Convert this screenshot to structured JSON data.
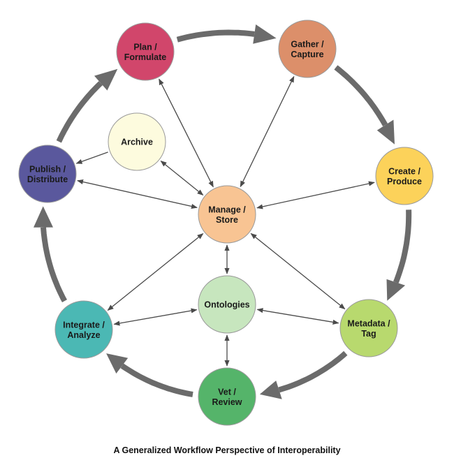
{
  "caption": "A Generalized Workflow Perspective of Interoperability",
  "nodes": [
    {
      "id": "plan",
      "lines": [
        "Plan /",
        "Formulate"
      ],
      "color": "#d1466b"
    },
    {
      "id": "gather",
      "lines": [
        "Gather /",
        "Capture"
      ],
      "color": "#dc8f6a"
    },
    {
      "id": "create",
      "lines": [
        "Create /",
        "Produce"
      ],
      "color": "#fcd25a"
    },
    {
      "id": "metadata",
      "lines": [
        "Metadata /",
        "Tag"
      ],
      "color": "#b8d96e"
    },
    {
      "id": "vet",
      "lines": [
        "Vet /",
        "Review"
      ],
      "color": "#55b46a"
    },
    {
      "id": "integrate",
      "lines": [
        "Integrate /",
        "Analyze"
      ],
      "color": "#4bb8b4"
    },
    {
      "id": "publish",
      "lines": [
        "Publish /",
        "Distribute"
      ],
      "color": "#5a589d"
    },
    {
      "id": "archive",
      "lines": [
        "Archive"
      ],
      "color": "#fdfbde"
    },
    {
      "id": "manage",
      "lines": [
        "Manage /",
        "Store"
      ],
      "color": "#f8c493"
    },
    {
      "id": "ontologies",
      "lines": [
        "Ontologies"
      ],
      "color": "#c7e6be"
    }
  ],
  "cycle_edges": [
    [
      "plan",
      "gather"
    ],
    [
      "gather",
      "create"
    ],
    [
      "create",
      "metadata"
    ],
    [
      "metadata",
      "vet"
    ],
    [
      "vet",
      "integrate"
    ],
    [
      "integrate",
      "publish"
    ],
    [
      "publish",
      "plan"
    ]
  ],
  "thin_edges": [
    {
      "from": "manage",
      "to": "plan",
      "dir": "both"
    },
    {
      "from": "manage",
      "to": "gather",
      "dir": "both"
    },
    {
      "from": "manage",
      "to": "create",
      "dir": "both"
    },
    {
      "from": "manage",
      "to": "metadata",
      "dir": "both"
    },
    {
      "from": "manage",
      "to": "integrate",
      "dir": "both"
    },
    {
      "from": "manage",
      "to": "publish",
      "dir": "both"
    },
    {
      "from": "manage",
      "to": "archive",
      "dir": "both"
    },
    {
      "from": "manage",
      "to": "ontologies",
      "dir": "both"
    },
    {
      "from": "ontologies",
      "to": "integrate",
      "dir": "both"
    },
    {
      "from": "ontologies",
      "to": "metadata",
      "dir": "both"
    },
    {
      "from": "ontologies",
      "to": "vet",
      "dir": "both"
    },
    {
      "from": "archive",
      "to": "publish",
      "dir": "forward"
    }
  ]
}
